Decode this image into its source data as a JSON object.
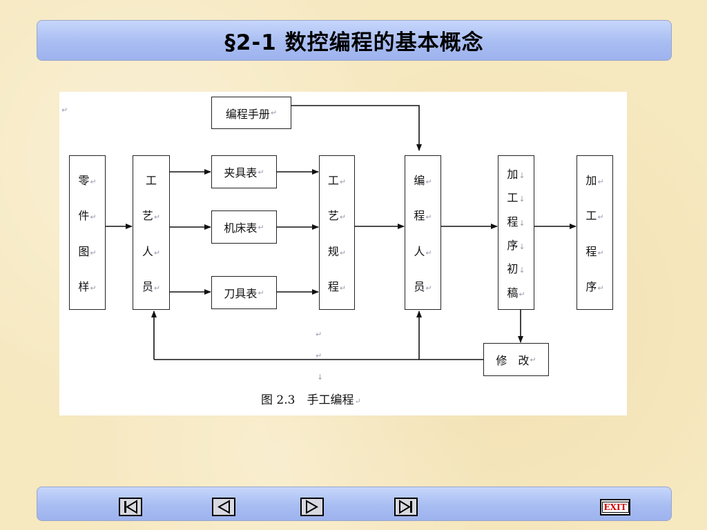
{
  "title": "§2-1 数控编程的基本概念",
  "diagram": {
    "para_mark": "↵",
    "down_mark": "↓",
    "manual": "编程手册",
    "part_drawing": [
      "零",
      "件",
      "图",
      "样"
    ],
    "process_staff": [
      "工",
      "艺",
      "人",
      "员"
    ],
    "fixture_table": "夹具表",
    "machine_table": "机床表",
    "tool_table": "刀具表",
    "process_spec": [
      "工",
      "艺",
      "规",
      "程"
    ],
    "programmer": [
      "编",
      "程",
      "人",
      "员"
    ],
    "draft": [
      "加",
      "工",
      "程",
      "序",
      "初",
      "稿"
    ],
    "final_program": [
      "加",
      "工",
      "程",
      "序"
    ],
    "revise": "修　改",
    "caption": "图 2.3　手工编程"
  },
  "nav": {
    "exit_label": "EXIT"
  }
}
